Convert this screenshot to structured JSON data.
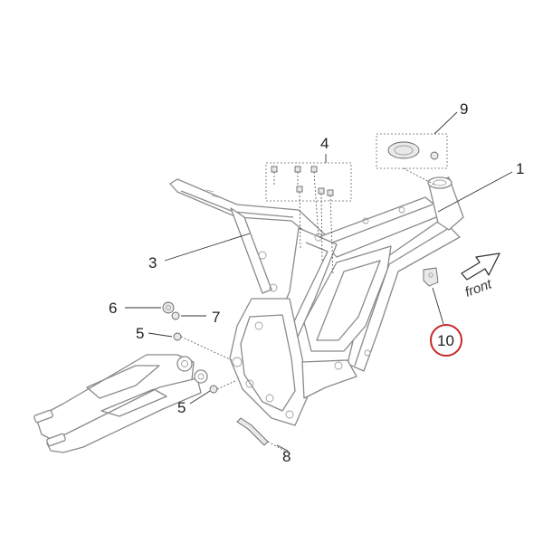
{
  "callouts": [
    {
      "id": "c1",
      "label": "1"
    },
    {
      "id": "c3",
      "label": "3"
    },
    {
      "id": "c4",
      "label": "4"
    },
    {
      "id": "c5a",
      "label": "5"
    },
    {
      "id": "c5b",
      "label": "5"
    },
    {
      "id": "c6",
      "label": "6"
    },
    {
      "id": "c7",
      "label": "7"
    },
    {
      "id": "c8",
      "label": "8"
    },
    {
      "id": "c9",
      "label": "9"
    },
    {
      "id": "c10",
      "label": "10"
    }
  ],
  "front_label": "front",
  "colors": {
    "line": "#8a8a8a",
    "highlight": "#c62828",
    "text": "#222222"
  }
}
